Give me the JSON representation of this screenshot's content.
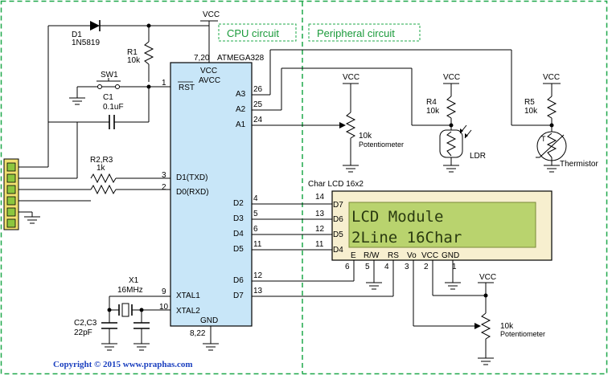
{
  "sections": {
    "cpu": "CPU circuit",
    "peripheral": "Peripheral circuit"
  },
  "colors": {
    "section_border": "#1fa84a",
    "mcu_fill": "#c8e6f8",
    "lcd_fill": "#f7efcf",
    "lcd_screen": "#b9d36e",
    "connector": "#f0e070",
    "copyright": "#1a3fbf"
  },
  "supply": {
    "vcc": "VCC",
    "gnd": "GND"
  },
  "mcu": {
    "name": "ATMEGA328",
    "vcc_pins": "7,20",
    "gnd_pins": "8,22",
    "pin_vcc": "VCC",
    "pin_avcc": "AVCC",
    "pin_gnd": "GND",
    "left_pins": [
      {
        "num": "1",
        "label": "RST"
      },
      {
        "num": "3",
        "label": "D1(TXD)"
      },
      {
        "num": "2",
        "label": "D0(RXD)"
      },
      {
        "num": "9",
        "label": "XTAL1"
      },
      {
        "num": "10",
        "label": "XTAL2"
      }
    ],
    "right_pins": [
      {
        "num": "26",
        "label": "A3"
      },
      {
        "num": "25",
        "label": "A2"
      },
      {
        "num": "24",
        "label": "A1"
      },
      {
        "num": "4",
        "label": "D2"
      },
      {
        "num": "5",
        "label": "D3"
      },
      {
        "num": "6",
        "label": "D4"
      },
      {
        "num": "11",
        "label": "D5"
      },
      {
        "num": "12",
        "label": "D6"
      },
      {
        "num": "13",
        "label": "D7"
      }
    ]
  },
  "components": {
    "d1": {
      "ref": "D1",
      "value": "1N5819"
    },
    "r1": {
      "ref": "R1",
      "value": "10k"
    },
    "sw1": {
      "ref": "SW1"
    },
    "c1": {
      "ref": "C1",
      "value": "0.1uF"
    },
    "r23": {
      "ref": "R2,R3",
      "value": "1k"
    },
    "x1": {
      "ref": "X1",
      "value": "16MHz"
    },
    "c23": {
      "ref": "C2,C3",
      "value": "22pF"
    },
    "pot1": {
      "value": "10k",
      "name": "Potentiometer"
    },
    "r4": {
      "ref": "R4",
      "value": "10k"
    },
    "ldr": {
      "name": "LDR"
    },
    "r5": {
      "ref": "R5",
      "value": "10k"
    },
    "thermistor": {
      "name": "Thermistor"
    },
    "pot2": {
      "value": "10k",
      "name": "Potentiometer"
    }
  },
  "lcd": {
    "title": "Char LCD 16x2",
    "line1": "LCD Module",
    "line2": "2Line 16Char",
    "data_pins": [
      {
        "num": "14",
        "label": "D7"
      },
      {
        "num": "13",
        "label": "D6"
      },
      {
        "num": "12",
        "label": "D5"
      },
      {
        "num": "11",
        "label": "D4"
      }
    ],
    "bottom_pins": [
      {
        "num": "6",
        "label": "E"
      },
      {
        "num": "5",
        "label": "R/W"
      },
      {
        "num": "4",
        "label": "RS"
      },
      {
        "num": "3",
        "label": "Vo"
      },
      {
        "num": "2",
        "label": "VCC"
      },
      {
        "num": "1",
        "label": "GND"
      }
    ]
  },
  "copyright": "Copyright © 2015 www.praphas.com"
}
